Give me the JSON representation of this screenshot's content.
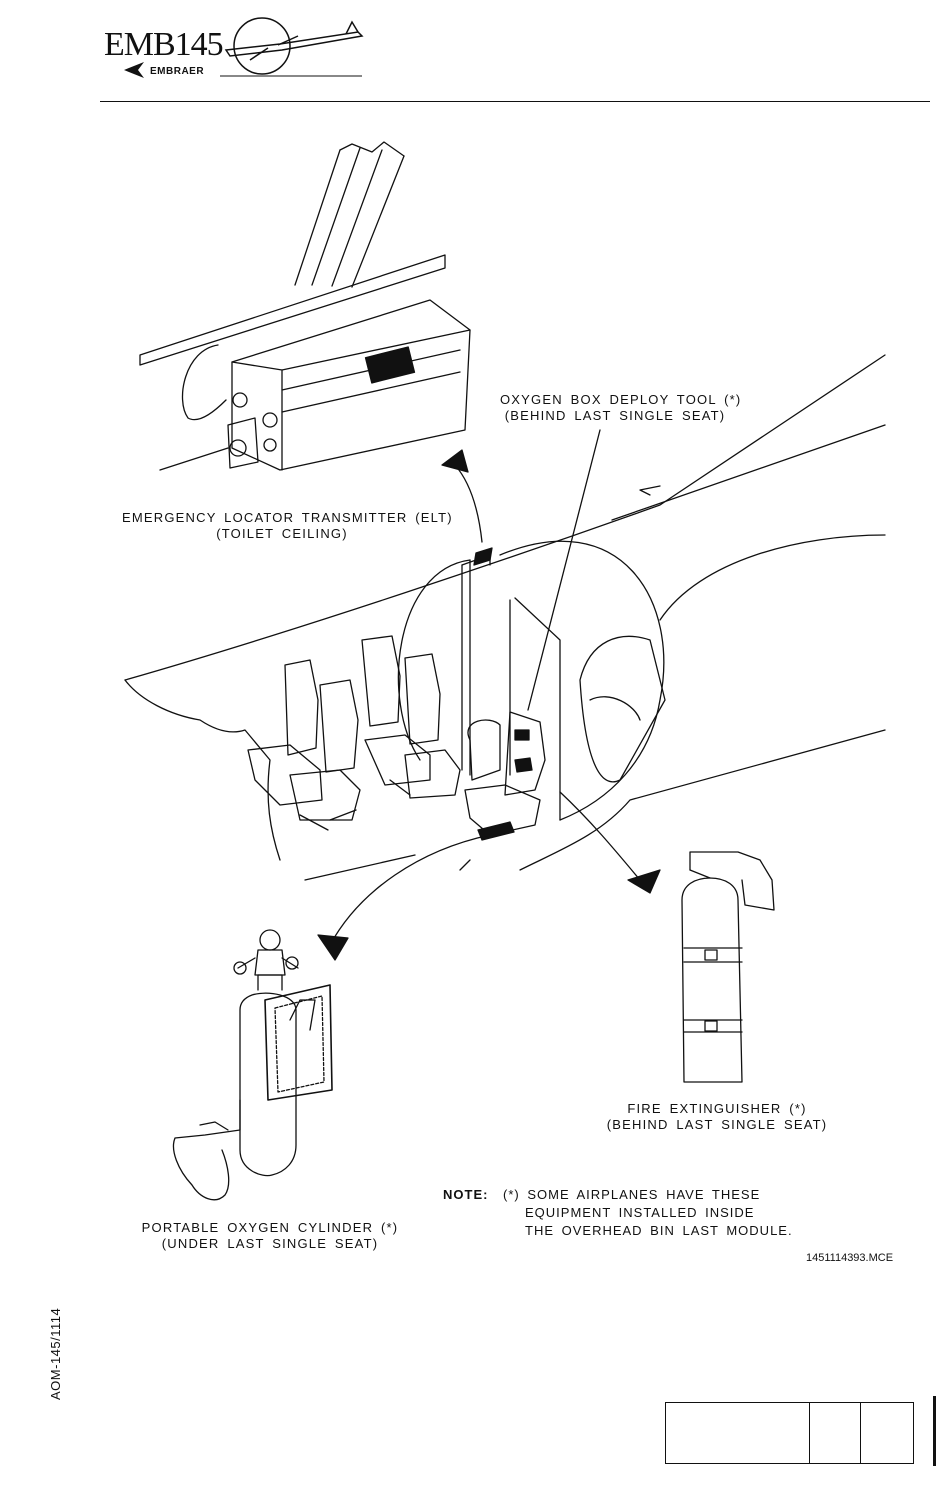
{
  "header": {
    "logo_model": "EMB145",
    "logo_brand": "EMBRAER"
  },
  "callouts": {
    "oxygen_box": [
      "OXYGEN BOX DEPLOY TOOL (*)",
      "(BEHIND LAST SINGLE SEAT)"
    ],
    "elt": [
      "EMERGENCY LOCATOR TRANSMITTER (ELT)",
      "(TOILET CEILING)"
    ],
    "fire_extinguisher": [
      "FIRE EXTINGUISHER (*)",
      "(BEHIND LAST SINGLE SEAT)"
    ],
    "oxygen_cylinder": [
      "PORTABLE OXYGEN CYLINDER (*)",
      "(UNDER LAST SINGLE SEAT)"
    ]
  },
  "note": {
    "key": "NOTE:",
    "lines": [
      "(*) SOME AIRPLANES HAVE THESE",
      "EQUIPMENT INSTALLED INSIDE",
      "THE OVERHEAD BIN LAST MODULE."
    ]
  },
  "figure_ref": "1451114393.MCE",
  "doc_code": "AOM-145/1114"
}
